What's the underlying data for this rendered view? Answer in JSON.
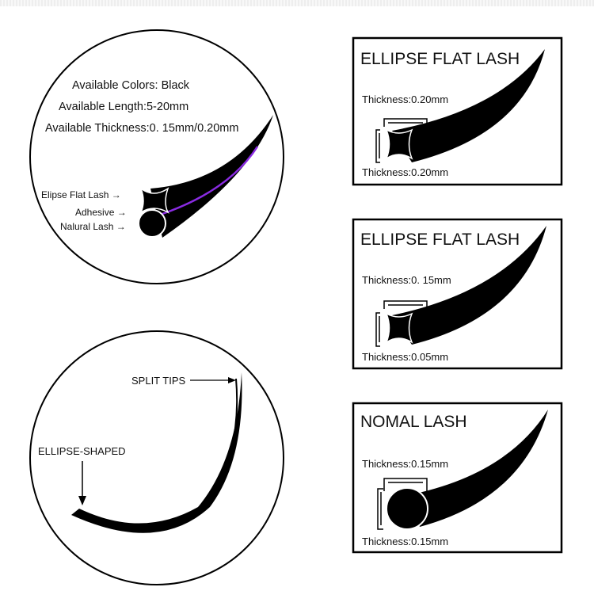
{
  "top_circle": {
    "specs": [
      "Available Colors: Black",
      "Available Length:5-20mm",
      "Available Thickness:0. 15mm/0.20mm"
    ],
    "labels": [
      "Elipse Flat Lash",
      "Adhesive",
      "Nalural Lash"
    ]
  },
  "bottom_circle": {
    "split_tips": "SPLIT TIPS",
    "ellipse_shaped": "ELLIPSE-SHAPED"
  },
  "boxes": [
    {
      "title": "ELLIPSE FLAT LASH",
      "thickness_top": "Thickness:0.20mm",
      "thickness_bottom": "Thickness:0.20mm"
    },
    {
      "title": "ELLIPSE FLAT LASH",
      "thickness_top": "Thickness:0. 15mm",
      "thickness_bottom": "Thickness:0.05mm"
    },
    {
      "title": "NOMAL LASH",
      "thickness_top": "Thickness:0.15mm",
      "thickness_bottom": "Thickness:0.15mm"
    }
  ],
  "colors": {
    "accent_purple": "#8a2be2"
  }
}
